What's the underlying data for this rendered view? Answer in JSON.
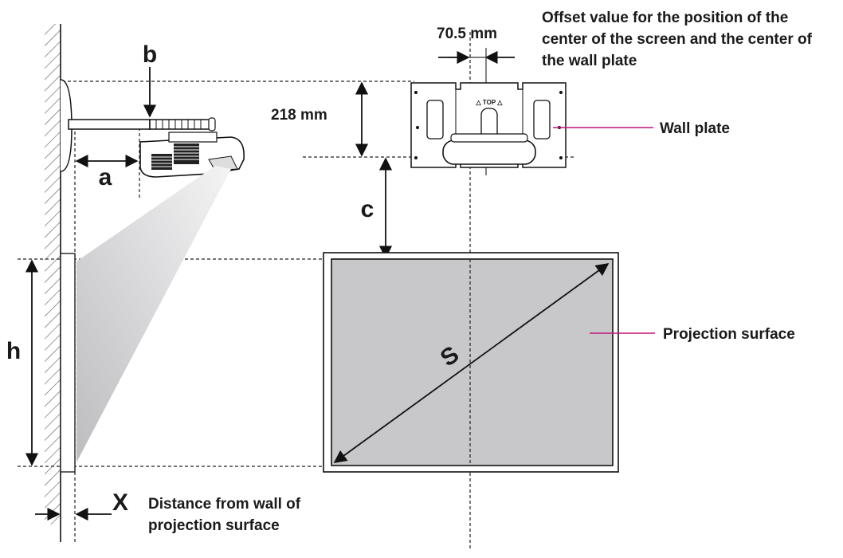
{
  "labels": {
    "a": "a",
    "b": "b",
    "c": "c",
    "h": "h",
    "s": "S",
    "x": "X",
    "dim_218": "218 mm",
    "dim_70_5": "70.5 mm",
    "offset_line1": "Offset value for the position of the",
    "offset_line2": "center of the screen and the center of",
    "offset_line3": "the wall plate",
    "wall_plate": "Wall plate",
    "projection_surface": "Projection surface",
    "distance_line1": "Distance from wall of",
    "distance_line2": "projection surface",
    "plate_top_mark": "△ TOP △"
  },
  "colors": {
    "callout_line": "#c0157a",
    "screen_fill": "#c8c8ca",
    "beam_fill": "#d9d9db",
    "wall_hatch": "#555555"
  }
}
